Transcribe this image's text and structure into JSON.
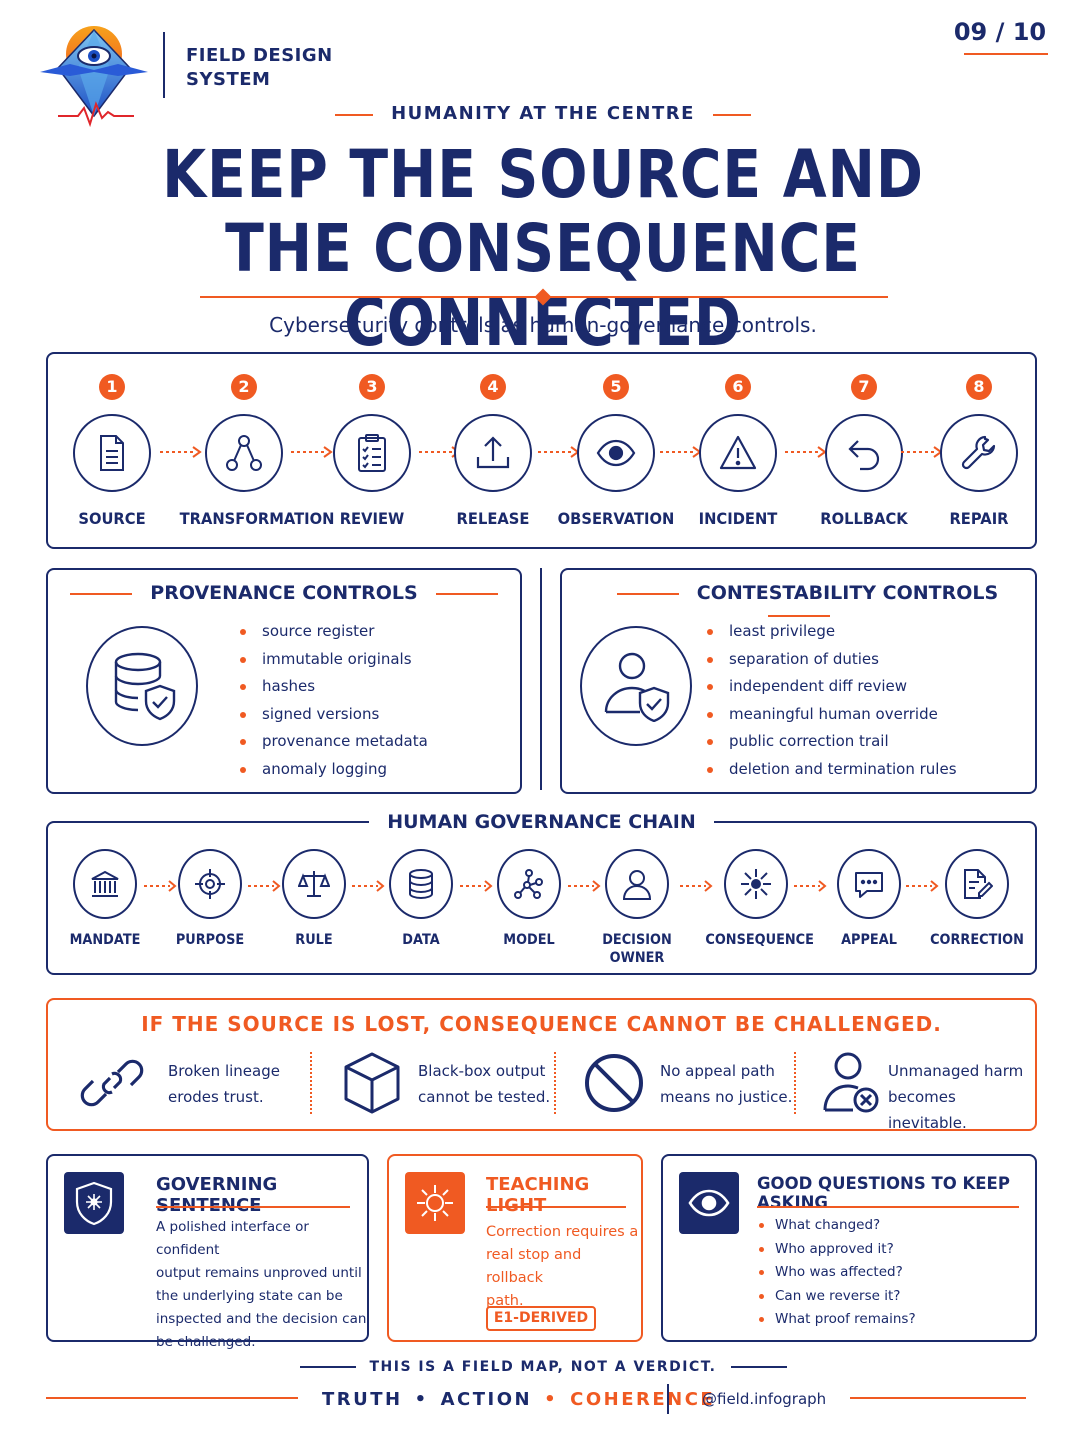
{
  "brand": {
    "name_line1": "FIELD DESIGN",
    "name_line2": "SYSTEM"
  },
  "page_number": "09 / 10",
  "kicker": "HUMANITY AT THE CENTRE",
  "title_line1": "KEEP THE SOURCE AND",
  "title_line2": "THE CONSEQUENCE CONNECTED",
  "subtitle": "Cybersecurity controls as human-governance controls.",
  "pipeline": [
    {
      "num": "1",
      "label": "SOURCE",
      "icon": "document-icon"
    },
    {
      "num": "2",
      "label": "TRANSFORMATION",
      "icon": "nodes-icon"
    },
    {
      "num": "3",
      "label": "REVIEW",
      "icon": "checklist-icon"
    },
    {
      "num": "4",
      "label": "RELEASE",
      "icon": "upload-icon"
    },
    {
      "num": "5",
      "label": "OBSERVATION",
      "icon": "eye-icon"
    },
    {
      "num": "6",
      "label": "INCIDENT",
      "icon": "warning-icon"
    },
    {
      "num": "7",
      "label": "ROLLBACK",
      "icon": "undo-icon"
    },
    {
      "num": "8",
      "label": "REPAIR",
      "icon": "wrench-icon"
    }
  ],
  "provenance": {
    "title": "PROVENANCE CONTROLS",
    "icon": "database-shield-icon",
    "items": [
      "source register",
      "immutable originals",
      "hashes",
      "signed versions",
      "provenance metadata",
      "anomaly logging"
    ]
  },
  "contestability": {
    "title": "CONTESTABILITY CONTROLS",
    "icon": "user-shield-icon",
    "items": [
      "least privilege",
      "separation of duties",
      "independent diff review",
      "meaningful human override",
      "public correction trail",
      "deletion and termination rules"
    ]
  },
  "chain": {
    "title": "HUMAN GOVERNANCE CHAIN",
    "steps": [
      {
        "label_line1": "MANDATE",
        "label_line2": "",
        "icon": "institution-icon"
      },
      {
        "label_line1": "PURPOSE",
        "label_line2": "",
        "icon": "target-icon"
      },
      {
        "label_line1": "RULE",
        "label_line2": "",
        "icon": "scales-icon"
      },
      {
        "label_line1": "DATA",
        "label_line2": "",
        "icon": "database-icon"
      },
      {
        "label_line1": "MODEL",
        "label_line2": "",
        "icon": "network-icon"
      },
      {
        "label_line1": "DECISION",
        "label_line2": "OWNER",
        "icon": "person-icon"
      },
      {
        "label_line1": "CONSEQUENCE",
        "label_line2": "",
        "icon": "burst-icon"
      },
      {
        "label_line1": "APPEAL",
        "label_line2": "",
        "icon": "speech-bubble-icon"
      },
      {
        "label_line1": "CORRECTION",
        "label_line2": "",
        "icon": "edit-document-icon"
      }
    ]
  },
  "warning": {
    "title": "IF THE SOURCE IS LOST, CONSEQUENCE CANNOT BE CHALLENGED.",
    "items": [
      {
        "line1": "Broken lineage",
        "line2": "erodes trust.",
        "icon": "broken-link-icon"
      },
      {
        "line1": "Black-box output",
        "line2": "cannot be tested.",
        "icon": "cube-icon"
      },
      {
        "line1": "No appeal path",
        "line2": "means no justice.",
        "icon": "prohibited-icon"
      },
      {
        "line1": "Unmanaged harm",
        "line2": "becomes inevitable.",
        "icon": "user-x-icon"
      }
    ]
  },
  "governing": {
    "title": "GOVERNING SENTENCE",
    "icon": "shield-star-icon",
    "lines": [
      "A polished interface or confident",
      "output remains unproved until",
      "the underlying state can be",
      "inspected and the decision can",
      "be challenged."
    ]
  },
  "teaching": {
    "title": "TEACHING LIGHT",
    "icon": "sun-icon",
    "lines": [
      "Correction requires a",
      "real stop and rollback",
      "path."
    ],
    "badge": "E1-DERIVED"
  },
  "questions": {
    "title": "GOOD QUESTIONS TO KEEP ASKING",
    "icon": "eye-icon",
    "items": [
      "What changed?",
      "Who approved it?",
      "Who was affected?",
      "Can we reverse it?",
      "What proof remains?"
    ]
  },
  "footer": {
    "note": "THIS IS A FIELD MAP, NOT A VERDICT.",
    "motto": [
      "TRUTH",
      "ACTION",
      "COHERENCE"
    ],
    "handle": "@field.infograph"
  },
  "colors": {
    "navy": "#1b2a6b",
    "orange": "#f05a22"
  }
}
